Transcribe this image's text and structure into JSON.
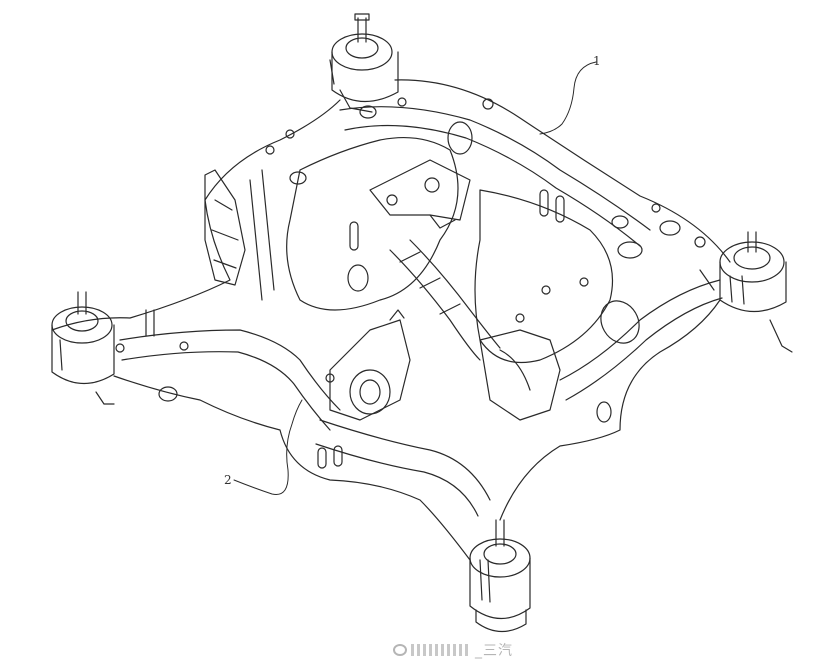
{
  "callouts": {
    "label_1": "1",
    "label_2": "2"
  },
  "watermark": {
    "text": "_三汽"
  },
  "colors": {
    "stroke": "#2a2a2a",
    "background": "#ffffff",
    "watermark": "#b5b5b5"
  }
}
